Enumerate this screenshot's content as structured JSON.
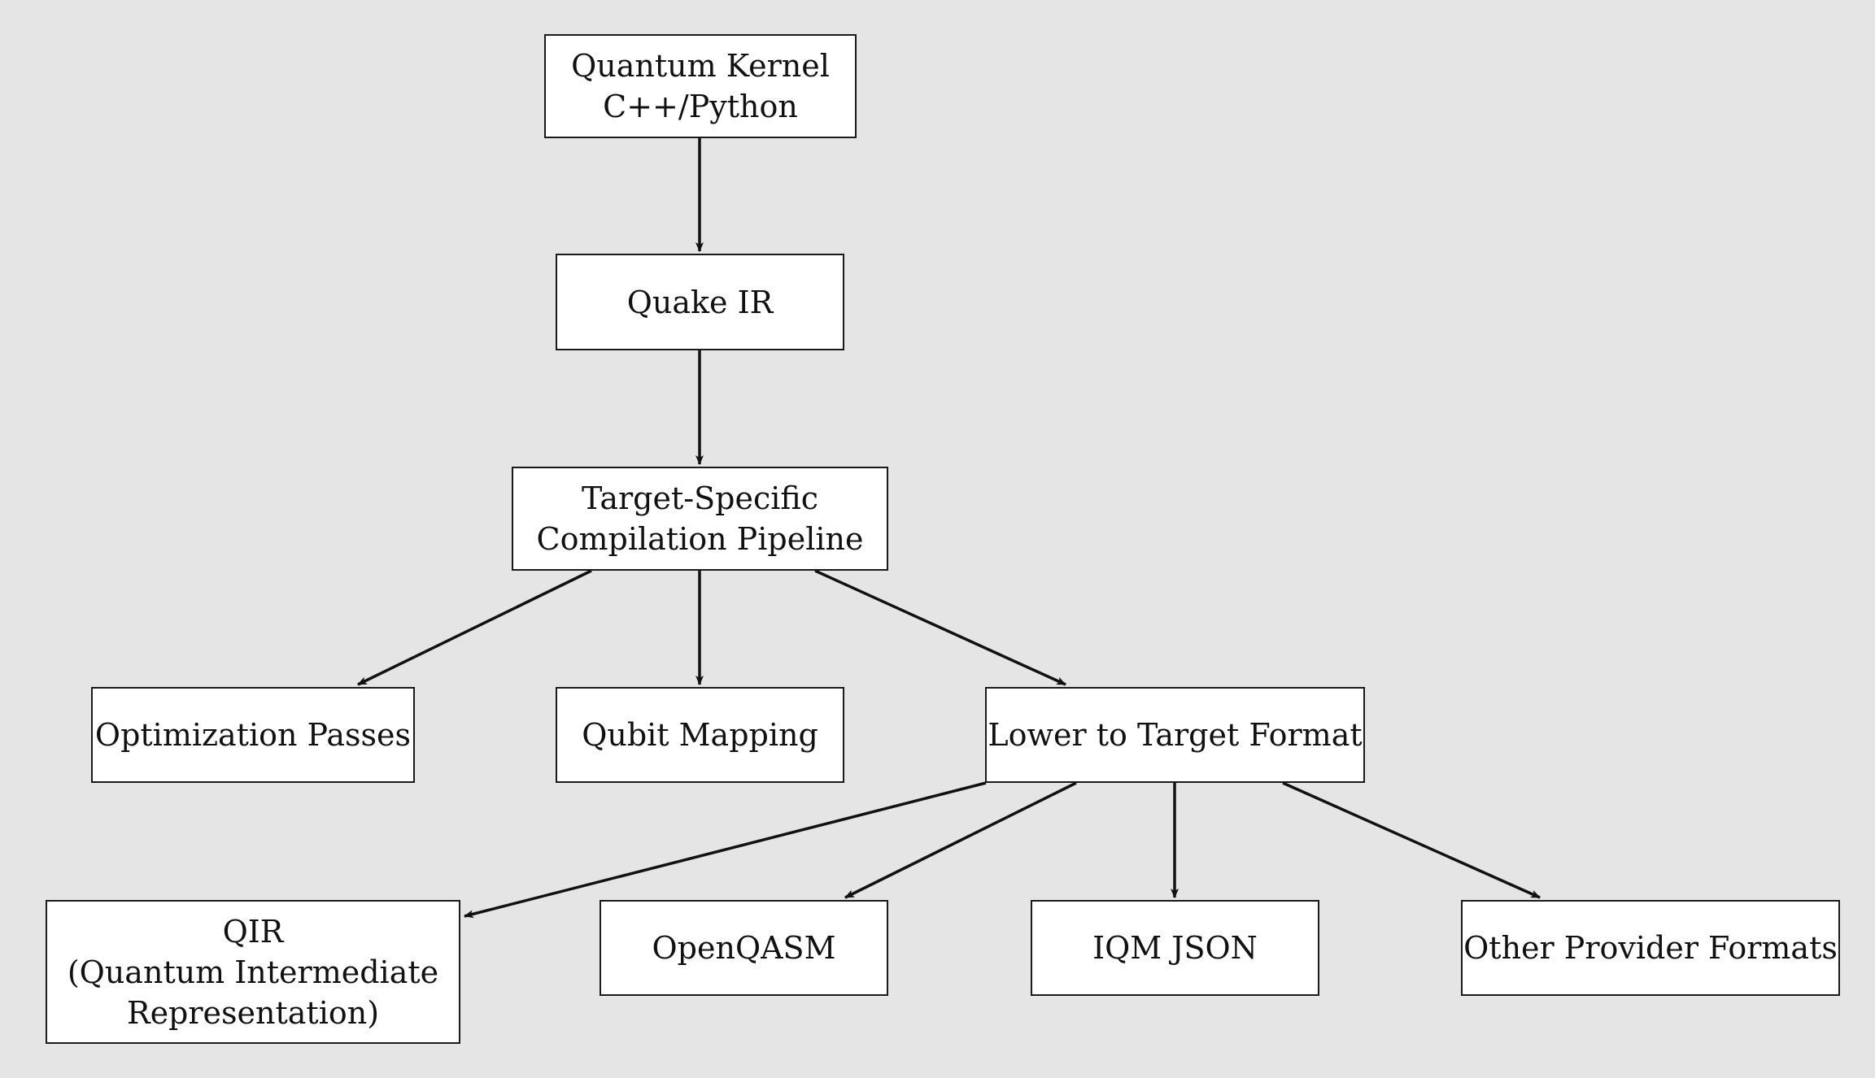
{
  "diagram": {
    "nodes": {
      "quantum_kernel": {
        "lines": [
          "Quantum Kernel",
          "C++/Python"
        ]
      },
      "quake_ir": {
        "lines": [
          "Quake IR"
        ]
      },
      "pipeline": {
        "lines": [
          "Target-Specific",
          "Compilation Pipeline"
        ]
      },
      "optimization": {
        "lines": [
          "Optimization Passes"
        ]
      },
      "qubit_mapping": {
        "lines": [
          "Qubit Mapping"
        ]
      },
      "lower": {
        "lines": [
          "Lower to Target Format"
        ]
      },
      "qir": {
        "lines": [
          "QIR",
          "(Quantum Intermediate",
          "Representation)"
        ]
      },
      "openqasm": {
        "lines": [
          "OpenQASM"
        ]
      },
      "iqm_json": {
        "lines": [
          "IQM JSON"
        ]
      },
      "other": {
        "lines": [
          "Other Provider Formats"
        ]
      }
    },
    "edges": [
      {
        "from": "quantum_kernel",
        "to": "quake_ir"
      },
      {
        "from": "quake_ir",
        "to": "pipeline"
      },
      {
        "from": "pipeline",
        "to": "optimization"
      },
      {
        "from": "pipeline",
        "to": "qubit_mapping"
      },
      {
        "from": "pipeline",
        "to": "lower"
      },
      {
        "from": "lower",
        "to": "qir"
      },
      {
        "from": "lower",
        "to": "openqasm"
      },
      {
        "from": "lower",
        "to": "iqm_json"
      },
      {
        "from": "lower",
        "to": "other"
      }
    ]
  }
}
